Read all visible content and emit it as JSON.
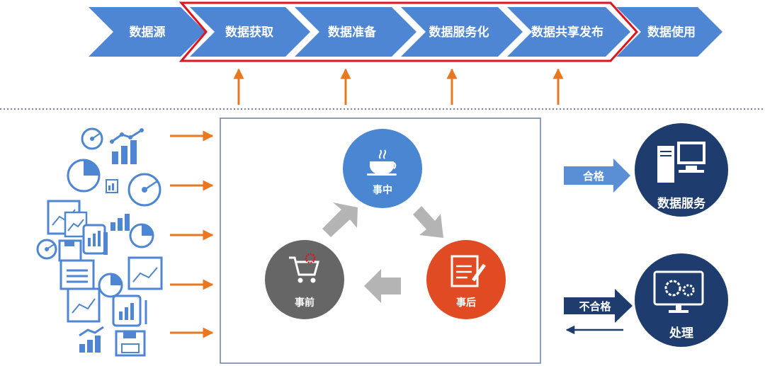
{
  "pipeline": {
    "steps": [
      "数据源",
      "数据获取",
      "数据准备",
      "数据服务化",
      "数据共享发布",
      "数据使用"
    ]
  },
  "cycle": {
    "middle": "事中",
    "after": "事后",
    "before": "事前"
  },
  "outcomes": {
    "pass_label": "合格",
    "fail_label": "不合格",
    "data_service": "数据服务",
    "handling": "处理"
  },
  "colors": {
    "chevron_blue": "#4f86d3",
    "highlight_red": "#e0141e",
    "arrow_orange": "#e8771f",
    "navy": "#1e3d6e",
    "cycle_blue": "#4a86d2",
    "cycle_orange": "#e14b23",
    "cycle_gray": "#666666",
    "arrow_gray": "#b4b4b4",
    "icon_blue": "#4f86d3"
  }
}
